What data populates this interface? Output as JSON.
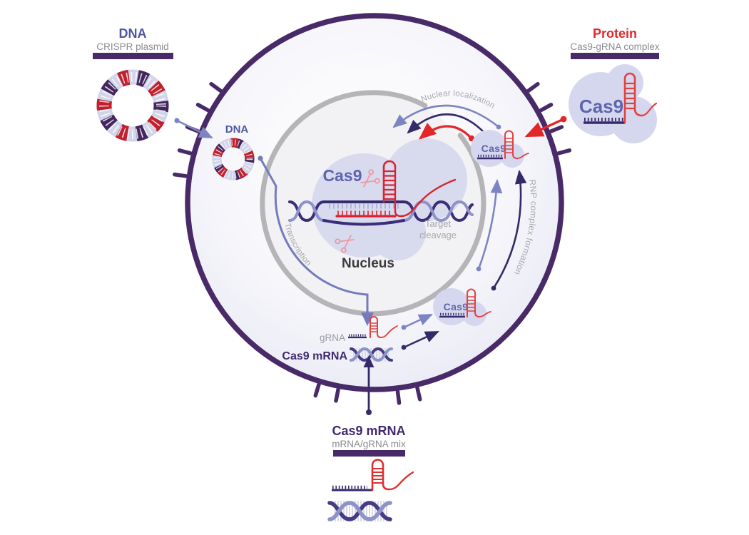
{
  "diagram": {
    "external": {
      "dna": {
        "title": "DNA",
        "subtitle": "CRISPR plasmid"
      },
      "protein": {
        "title": "Protein",
        "subtitle": "Cas9-gRNA complex"
      },
      "mrna": {
        "title": "Cas9 mRNA",
        "subtitle": "mRNA/gRNA mix"
      }
    },
    "cell": {
      "dna_label": "DNA",
      "grna_label": "gRNA",
      "cas9_mrna_label": "Cas9 mRNA",
      "cas9_label": "Cas9",
      "nucleus_label": "Nucleus",
      "target_cleavage_line1": "Target",
      "target_cleavage_line2": "cleavage"
    },
    "process_labels": {
      "nuclear_localization": "Nuclear localization",
      "transcription": "Transcription",
      "rnp_formation": "RNP complex formation"
    },
    "colors": {
      "membrane": "#482a68",
      "arrow_light": "#7d84c2",
      "arrow_dark": "#352a68",
      "arrow_red": "#e3262a",
      "nucleus_ring": "#b5b5b7",
      "label_gray": "#a8a8ac",
      "cas9_text": "#5d65ad",
      "dna_title": "#4d57a4",
      "protein_title": "#e3262a",
      "mrna_title": "#422a6e",
      "blob_fill": "#d5d7ee"
    }
  }
}
